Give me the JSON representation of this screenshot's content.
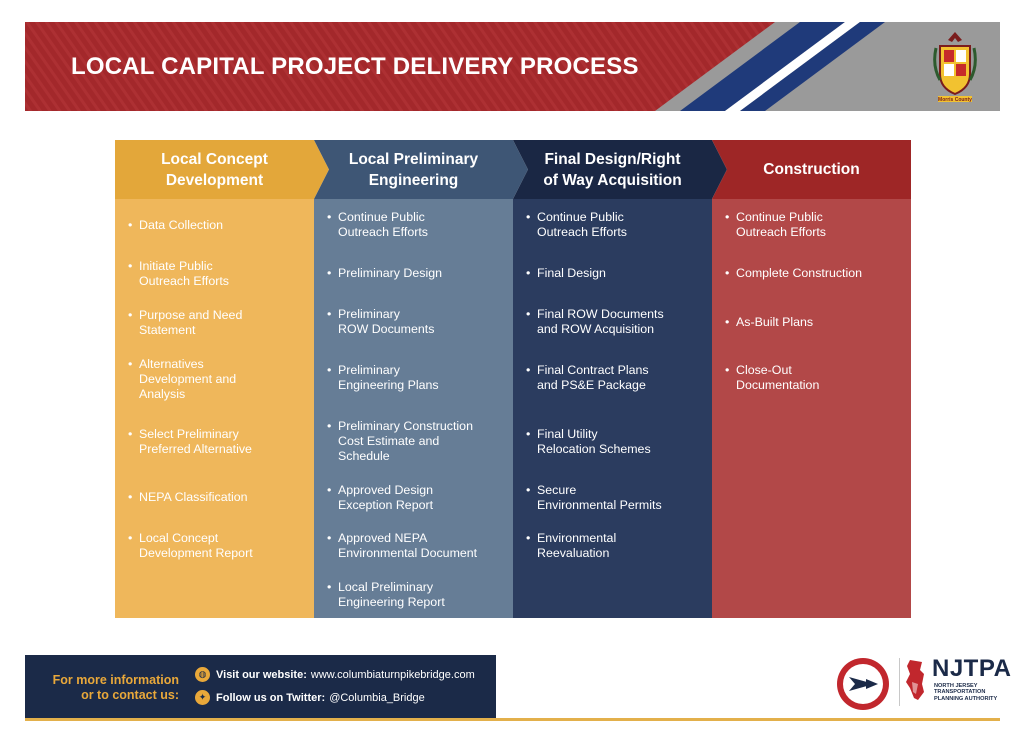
{
  "header": {
    "title": "LOCAL CAPITAL PROJECT DELIVERY PROCESS",
    "logo_text": "Morris County",
    "colors": {
      "red": "#a3282b",
      "navy": "#1f3a7a",
      "gray": "#9a9a9a"
    }
  },
  "columns": [
    {
      "title": "Local Concept\nDevelopment",
      "colors": {
        "head": "#e3a73a",
        "body": "#efb75b"
      },
      "items": [
        "Data Collection",
        "Initiate Public\nOutreach Efforts",
        "Purpose and Need\nStatement",
        "Alternatives\nDevelopment and\nAnalysis",
        "Select Preliminary\nPreferred Alternative",
        "NEPA Classification",
        "Local Concept\nDevelopment Report"
      ]
    },
    {
      "title": "Local Preliminary\nEngineering",
      "colors": {
        "head": "#3e5675",
        "body": "#667d96"
      },
      "items": [
        "Continue Public\nOutreach Efforts",
        "Preliminary Design",
        "Preliminary\nROW Documents",
        "Preliminary\nEngineering Plans",
        "Preliminary Construction\nCost Estimate and\nSchedule",
        "Approved Design\nException Report",
        "Approved NEPA\nEnvironmental Document",
        "Local Preliminary\nEngineering Report"
      ]
    },
    {
      "title": "Final Design/Right\nof Way Acquisition",
      "colors": {
        "head": "#1a2744",
        "body": "#2b3c5f"
      },
      "items": [
        "Continue Public\nOutreach Efforts",
        "Final Design",
        "Final ROW Documents\nand ROW Acquisition",
        "Final Contract Plans\nand PS&E Package",
        "Final Utility\nRelocation Schemes",
        "Secure\nEnvironmental Permits",
        "Environmental\nReevaluation"
      ]
    },
    {
      "title": "Construction",
      "colors": {
        "head": "#9e2626",
        "body": "#b24848"
      },
      "items": [
        "Continue Public\nOutreach Efforts",
        "Complete Construction",
        "As-Built Plans",
        "Close-Out\nDocumentation"
      ]
    }
  ],
  "footer": {
    "contact_label": "For more information\nor to contact us:",
    "website_label": "Visit our website:",
    "website_value": "www.columbiaturnpikebridge.com",
    "twitter_label": "Follow us on Twitter:",
    "twitter_value": "@Columbia_Bridge",
    "website_icon": "globe-icon",
    "twitter_icon": "twitter-bird-icon"
  },
  "njtpa": {
    "name": "NJTPA",
    "subtitle": "NORTH JERSEY\nTRANSPORTATION\nPLANNING AUTHORITY"
  }
}
